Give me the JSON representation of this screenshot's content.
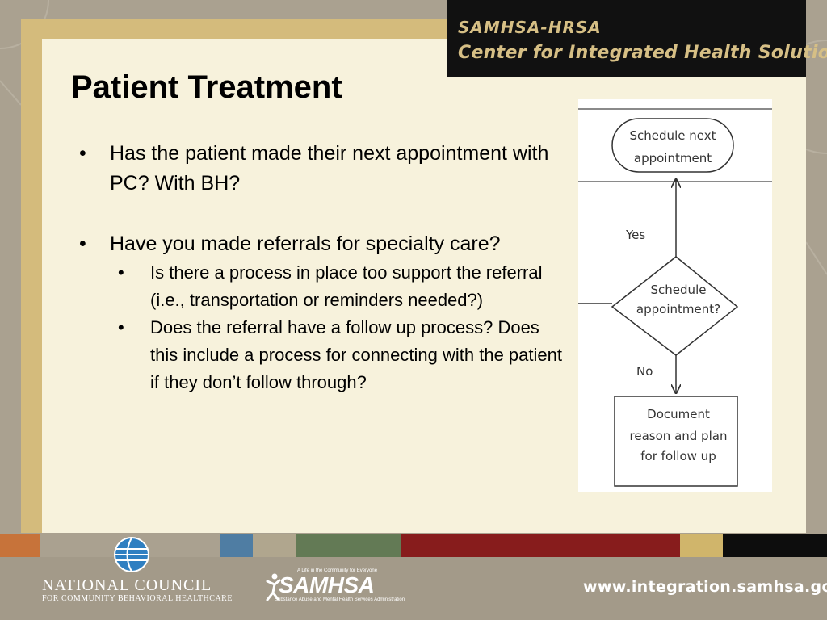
{
  "header": {
    "line1": "SAMHSA-HRSA",
    "line2": "Center for Integrated Health Solutions"
  },
  "slide": {
    "title": "Patient Treatment",
    "bullets": [
      "Has the patient made their next appointment with PC? With BH?",
      "Have you made referrals for specialty care?"
    ],
    "sub_bullets": [
      "Is there a process in place too support the referral (i.e., transportation or reminders needed?)",
      "Does the referral have a follow up process? Does this include a process for connecting with the patient if they don’t follow through?"
    ]
  },
  "flowchart": {
    "terminal_line1": "Schedule next",
    "terminal_line2": "appointment",
    "decision_line1": "Schedule",
    "decision_line2": "appointment?",
    "yes_label": "Yes",
    "no_label": "No",
    "process_line1": "Document",
    "process_line2": "reason and plan",
    "process_line3": "for follow up"
  },
  "footer": {
    "nc_name": "NATIONAL COUNCIL",
    "nc_sub": "FOR COMMUNITY BEHAVIORAL HEALTHCARE",
    "samhsa_tagline": "A Life in the Community for Everyone",
    "samhsa_name": "SAMHSA",
    "samhsa_sub": "Substance Abuse and Mental Health Services Administration",
    "website": "www.integration.samhsa.gov"
  },
  "colors": {
    "header_bg": "#111111",
    "header_text": "#d6bf85",
    "frame_gold": "#d4bb7c",
    "panel_cream": "#f7f2dc",
    "stripe_orange": "#c7733a",
    "stripe_blue": "#4f7da3",
    "stripe_tan": "#b0a68e",
    "stripe_green": "#637a55",
    "stripe_red": "#871c1c",
    "stripe_gold": "#d0b56b",
    "stripe_black": "#0d0d0d"
  }
}
